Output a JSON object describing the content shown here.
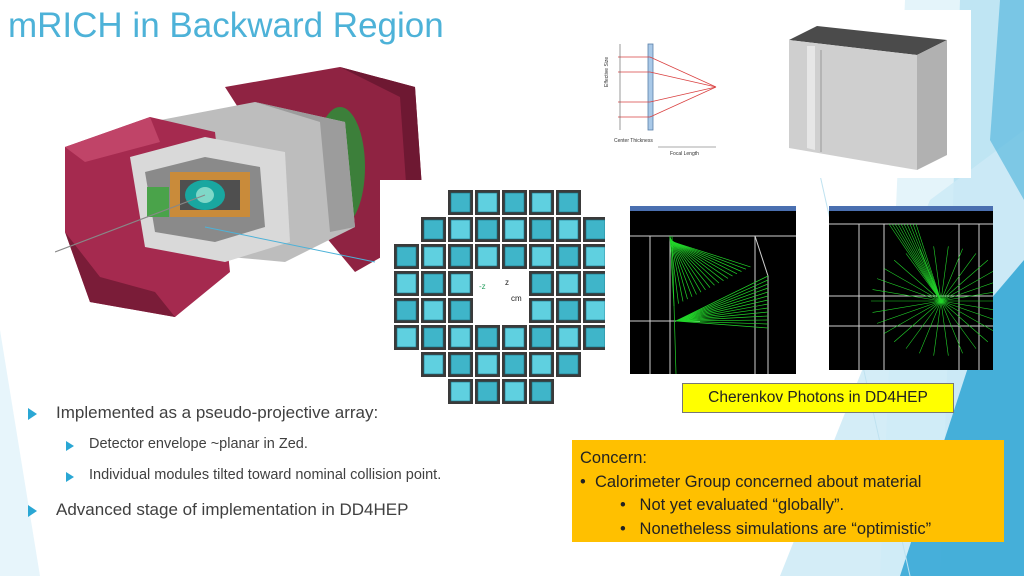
{
  "slide": {
    "title": "mRICH in Backward Region"
  },
  "bullets": [
    {
      "level": 1,
      "text": "Implemented as a pseudo-projective array:"
    },
    {
      "level": 2,
      "text": "Detector envelope ~planar in Zed."
    },
    {
      "level": 2,
      "text": "Individual modules tilted toward nominal collision point."
    },
    {
      "level": 1,
      "text": "Advanced stage of implementation in DD4HEP"
    }
  ],
  "cherenkov_label": "Cherenkov Photons in DD4HEP",
  "concern": {
    "heading": "Concern:",
    "items": [
      {
        "marker": "•",
        "text": "Calorimeter Group concerned about material"
      },
      {
        "marker": "•",
        "text": "Not yet evaluated “globally”."
      },
      {
        "marker": "•",
        "text": "Nonetheless simulations are “optimistic”"
      }
    ]
  },
  "lens_diagram": {
    "labels": {
      "effective_size": "Effective Size",
      "center_thickness": "Center Thickness",
      "focal_length": "Focal Length"
    }
  },
  "array_labels": {
    "a": "-z",
    "b": "z",
    "c": "cm"
  },
  "colors": {
    "title": "#4db2d8",
    "accent": "#2aa7d4",
    "callout": "#ffff00",
    "concern_bg": "#ffc000"
  }
}
